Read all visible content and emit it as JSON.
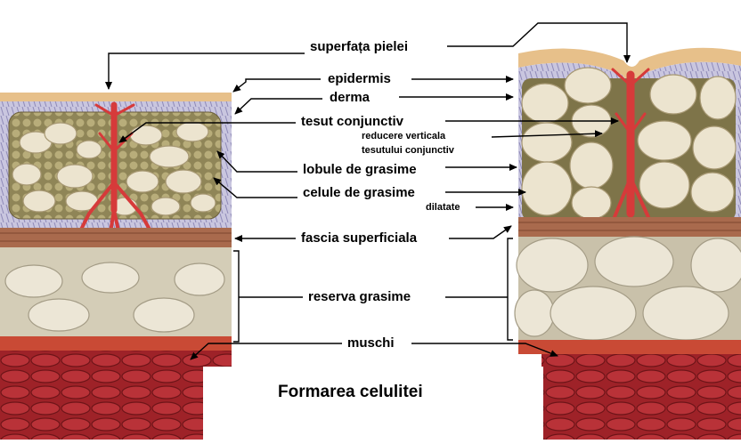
{
  "labels": {
    "skin_surface": "superfața pielei",
    "epidermis": "epidermis",
    "derma": "derma",
    "connective_tissue": "tesut conjunctiv",
    "vertical_reduction_line1": "reducere verticala",
    "vertical_reduction_line2": "tesutului conjunctiv",
    "fat_lobules": "lobule de grasime",
    "fat_cells": "celule de grasime",
    "dilated": "dilatate",
    "superficial_fascia": "fascia superficiala",
    "fat_reserve": "reserva grasime",
    "muscle": "muschi"
  },
  "title": "Formarea celulitei",
  "colors": {
    "epidermis": "#e7c08a",
    "derma": "#b8b5d3",
    "connective_tissue": "#d63a3a",
    "fat_cell": "#ece4cf",
    "fat_lobule_bg": "#a79b68",
    "fascia": "#a96a4d",
    "fat_reserve_bg": "#d4cdb7",
    "muscle": "#a7242a",
    "muscle_band": "#c94a35",
    "arrow": "#000000"
  }
}
